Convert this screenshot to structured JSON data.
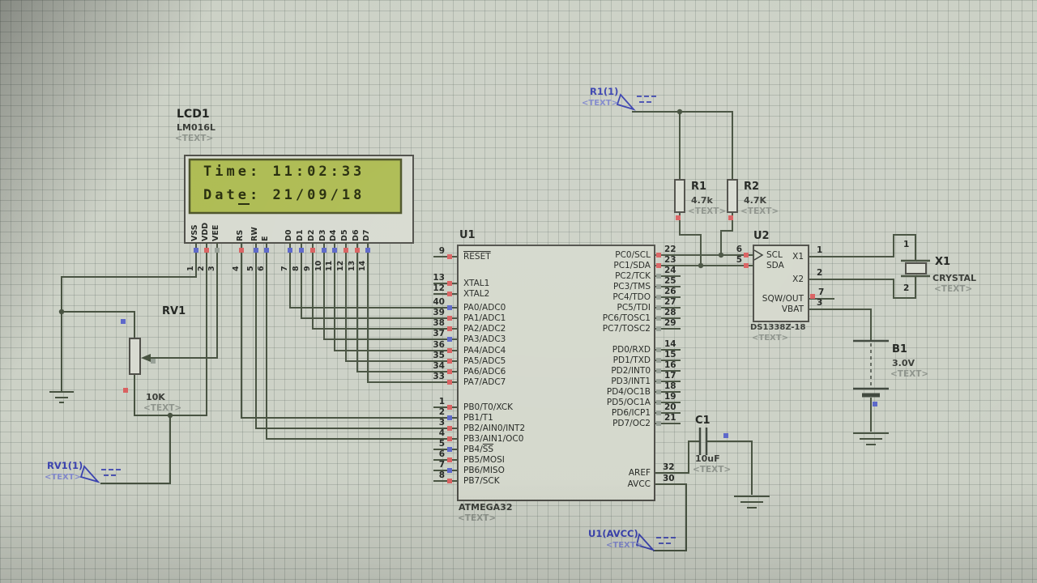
{
  "colors": {
    "wire": "#46513f",
    "pin_state_red": "#d95f5f",
    "pin_state_blue": "#5b66c9",
    "pin_state_gray": "#97a096",
    "lcd_screen": "#adbb51",
    "power_label_blue": "#3b43b0"
  },
  "lcd": {
    "ref": "LCD1",
    "part": "LM016L",
    "placeholder": "<TEXT>",
    "line1": "Time: 11:02:33",
    "line2_pre": "Dat",
    "line2_cursor": "e",
    "line2_post": ": 21/09/18",
    "pins": [
      {
        "num": "1",
        "name": "VSS"
      },
      {
        "num": "2",
        "name": "VDD"
      },
      {
        "num": "3",
        "name": "VEE"
      },
      {
        "num": "4",
        "name": "RS"
      },
      {
        "num": "5",
        "name": "RW"
      },
      {
        "num": "6",
        "name": "E"
      },
      {
        "num": "7",
        "name": "D0"
      },
      {
        "num": "8",
        "name": "D1"
      },
      {
        "num": "9",
        "name": "D2"
      },
      {
        "num": "10",
        "name": "D3"
      },
      {
        "num": "11",
        "name": "D4"
      },
      {
        "num": "12",
        "name": "D5"
      },
      {
        "num": "13",
        "name": "D6"
      },
      {
        "num": "14",
        "name": "D7"
      }
    ]
  },
  "rv1": {
    "ref": "RV1",
    "value": "10K",
    "placeholder": "<TEXT>"
  },
  "u1": {
    "ref": "U1",
    "part": "ATMEGA32",
    "placeholder": "<TEXT>",
    "pb4_prefix": "PB4/",
    "pb4_ss": "SS",
    "left_pins": [
      {
        "num": "9",
        "name": "RESET"
      },
      {
        "num": "13",
        "name": "XTAL1"
      },
      {
        "num": "12",
        "name": "XTAL2"
      },
      {
        "num": "40",
        "name": "PA0/ADC0"
      },
      {
        "num": "39",
        "name": "PA1/ADC1"
      },
      {
        "num": "38",
        "name": "PA2/ADC2"
      },
      {
        "num": "37",
        "name": "PA3/ADC3"
      },
      {
        "num": "36",
        "name": "PA4/ADC4"
      },
      {
        "num": "35",
        "name": "PA5/ADC5"
      },
      {
        "num": "34",
        "name": "PA6/ADC6"
      },
      {
        "num": "33",
        "name": "PA7/ADC7"
      },
      {
        "num": "1",
        "name": "PB0/T0/XCK"
      },
      {
        "num": "2",
        "name": "PB1/T1"
      },
      {
        "num": "3",
        "name": "PB2/AIN0/INT2"
      },
      {
        "num": "4",
        "name": "PB3/AIN1/OC0"
      },
      {
        "num": "5",
        "name": "PB4/SS"
      },
      {
        "num": "6",
        "name": "PB5/MOSI"
      },
      {
        "num": "7",
        "name": "PB6/MISO"
      },
      {
        "num": "8",
        "name": "PB7/SCK"
      }
    ],
    "right_pins": [
      {
        "num": "22",
        "name": "PC0/SCL"
      },
      {
        "num": "23",
        "name": "PC1/SDA"
      },
      {
        "num": "24",
        "name": "PC2/TCK"
      },
      {
        "num": "25",
        "name": "PC3/TMS"
      },
      {
        "num": "26",
        "name": "PC4/TDO"
      },
      {
        "num": "27",
        "name": "PC5/TDI"
      },
      {
        "num": "28",
        "name": "PC6/TOSC1"
      },
      {
        "num": "29",
        "name": "PC7/TOSC2"
      },
      {
        "num": "14",
        "name": "PD0/RXD"
      },
      {
        "num": "15",
        "name": "PD1/TXD"
      },
      {
        "num": "16",
        "name": "PD2/INT0"
      },
      {
        "num": "17",
        "name": "PD3/INT1"
      },
      {
        "num": "18",
        "name": "PD4/OC1B"
      },
      {
        "num": "19",
        "name": "PD5/OC1A"
      },
      {
        "num": "20",
        "name": "PD6/ICP1"
      },
      {
        "num": "21",
        "name": "PD7/OC2"
      },
      {
        "num": "32",
        "name": "AREF"
      },
      {
        "num": "30",
        "name": "AVCC"
      }
    ]
  },
  "r1": {
    "ref": "R1",
    "value": "4.7k",
    "placeholder": "<TEXT>"
  },
  "r2": {
    "ref": "R2",
    "value": "4.7K",
    "placeholder": "<TEXT>"
  },
  "u2": {
    "ref": "U2",
    "part": "DS1338Z-18",
    "placeholder": "<TEXT>",
    "left_pins": [
      {
        "num": "6",
        "name": "SCL"
      },
      {
        "num": "5",
        "name": "SDA"
      }
    ],
    "right_pins": [
      {
        "num": "1",
        "name": "X1"
      },
      {
        "num": "2",
        "name": "X2"
      },
      {
        "num": "7",
        "name": "SQW/OUT"
      },
      {
        "num": "3",
        "name": "VBAT"
      }
    ],
    "crystal_pin1": "1",
    "crystal_pin2": "2"
  },
  "x1": {
    "ref": "X1",
    "part": "CRYSTAL",
    "placeholder": "<TEXT>"
  },
  "b1": {
    "ref": "B1",
    "value": "3.0V",
    "placeholder": "<TEXT>"
  },
  "c1": {
    "ref": "C1",
    "value": "10uF",
    "placeholder": "<TEXT>"
  },
  "flags": {
    "r1_net": "R1(1)",
    "r1_text": "<TEXT>",
    "rv1_net": "RV1(1)",
    "rv1_text": "<TEXT>",
    "avcc_net": "U1(AVCC)",
    "avcc_text": "<TEXT>"
  }
}
